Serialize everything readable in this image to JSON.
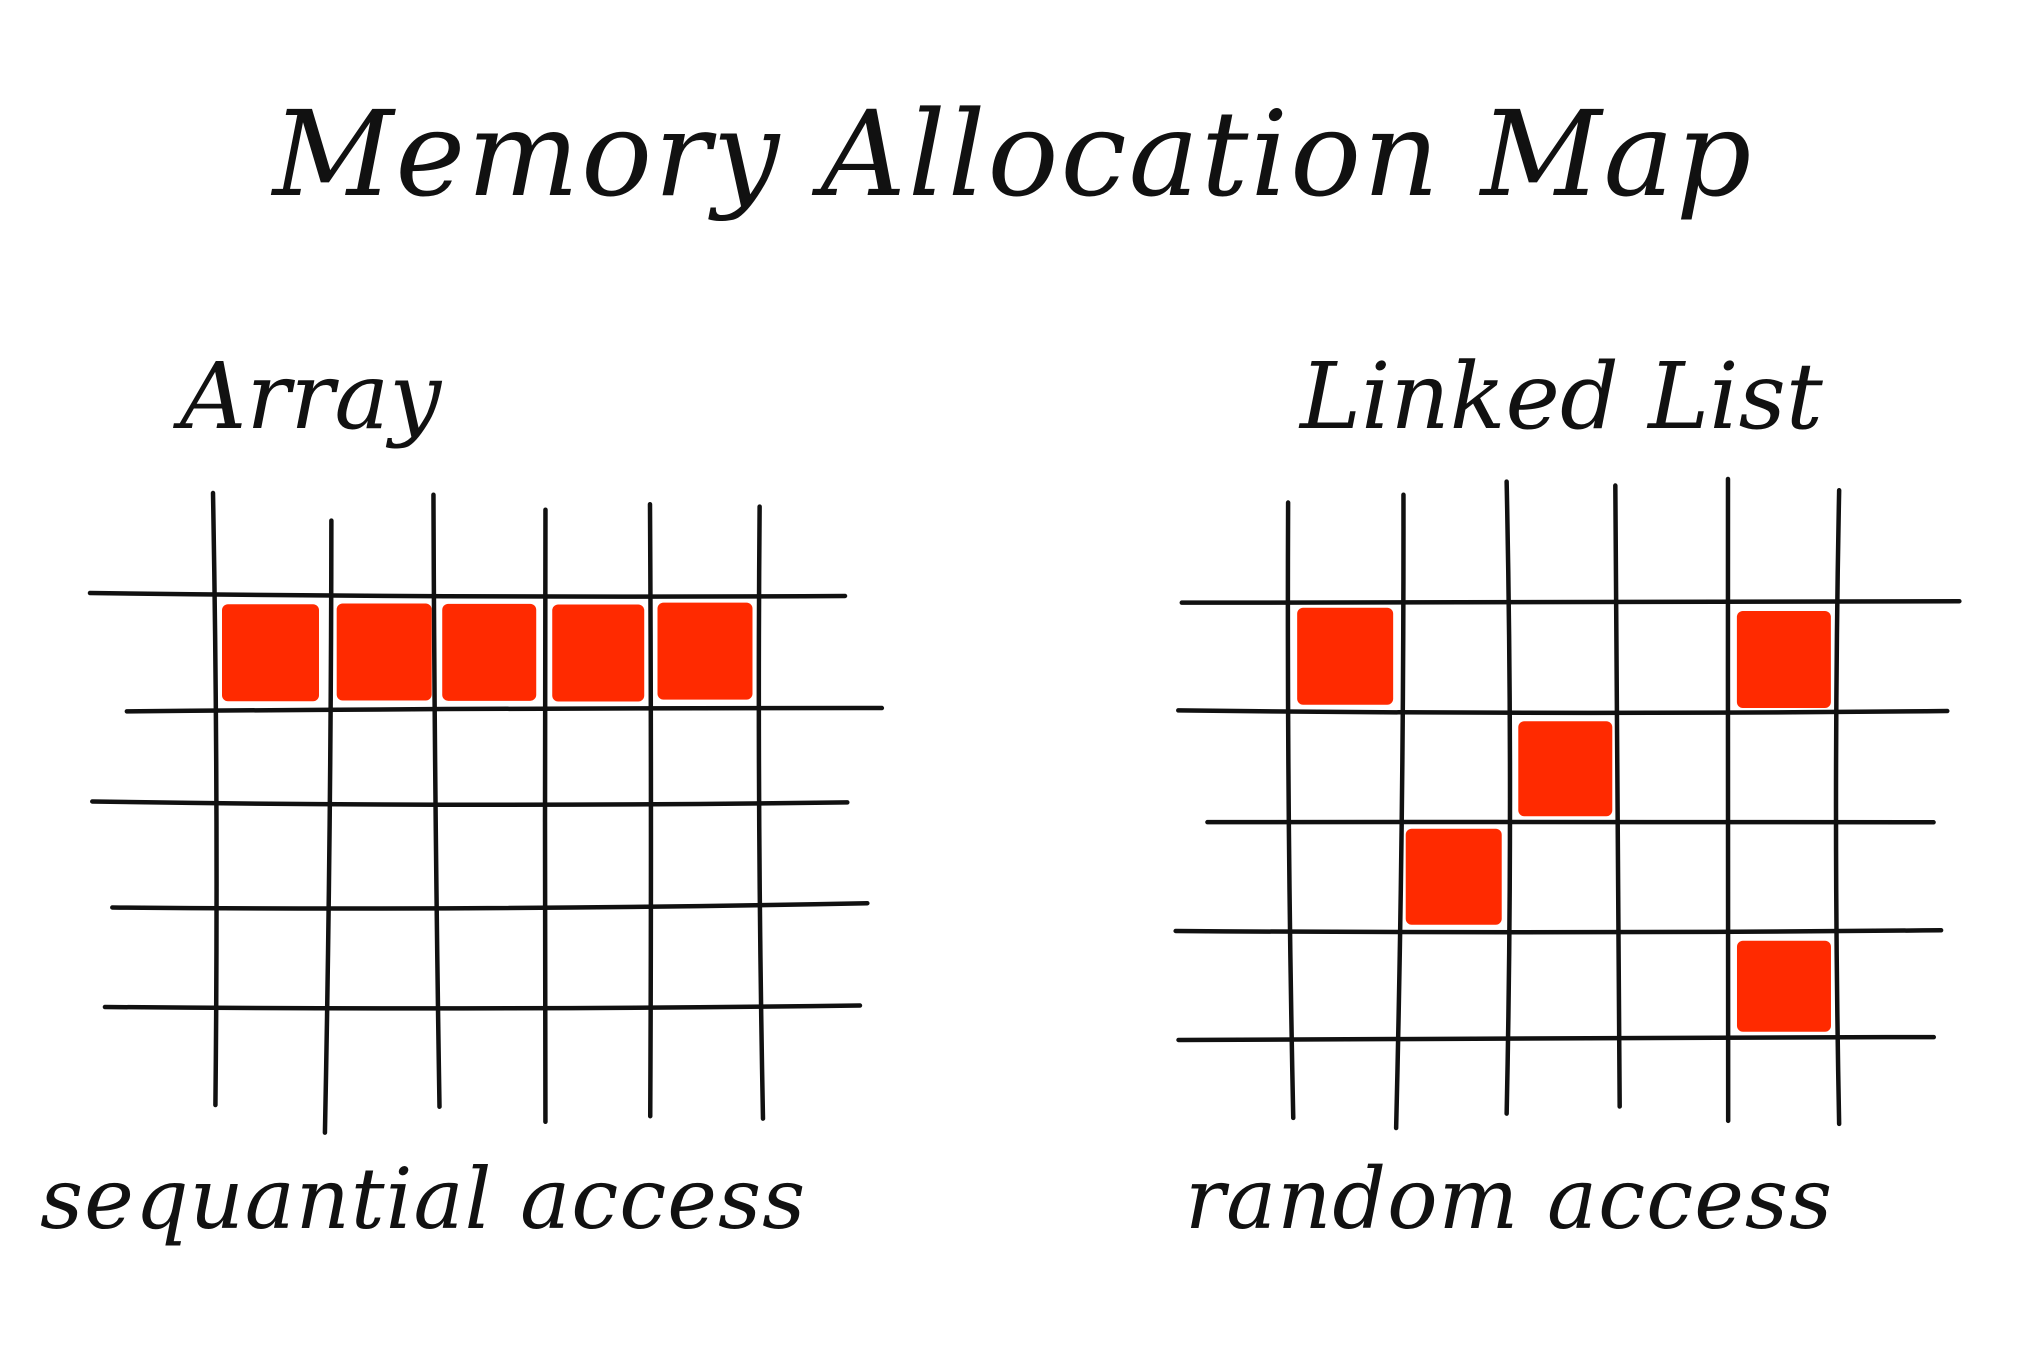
{
  "title": "Memory Allocation Map",
  "colors": {
    "ink": "#111111",
    "fill": "#ff2a00",
    "background": "#ffffff"
  },
  "panels": [
    {
      "id": "array",
      "title": "Array",
      "caption": "sequantial access",
      "rows": 4,
      "cols": 5,
      "filled_cells": [
        [
          0,
          0
        ],
        [
          0,
          1
        ],
        [
          0,
          2
        ],
        [
          0,
          3
        ],
        [
          0,
          4
        ]
      ]
    },
    {
      "id": "linked-list",
      "title": "Linked List",
      "caption": "random access",
      "rows": 4,
      "cols": 5,
      "filled_cells": [
        [
          0,
          0
        ],
        [
          0,
          4
        ],
        [
          1,
          2
        ],
        [
          2,
          1
        ],
        [
          3,
          4
        ]
      ]
    }
  ]
}
